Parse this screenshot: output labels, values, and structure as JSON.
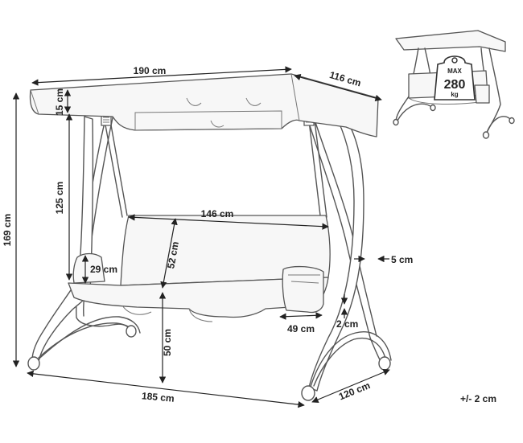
{
  "dimensions": {
    "width_top": "190 cm",
    "depth_top": "116 cm",
    "canopy_height": "15 cm",
    "frame_height": "125 cm",
    "total_height": "169 cm",
    "seat_width": "146 cm",
    "backrest_height": "52 cm",
    "seat_depth": "29 cm",
    "tube_diameter": "5 cm",
    "armrest_width": "49 cm",
    "armrest_gap": "2 cm",
    "seat_height": "50 cm",
    "base_width": "185 cm",
    "base_depth": "120 cm"
  },
  "tolerance": "+/- 2 cm",
  "load_badge": {
    "prefix": "MAX",
    "value": "280",
    "unit": "kg"
  }
}
